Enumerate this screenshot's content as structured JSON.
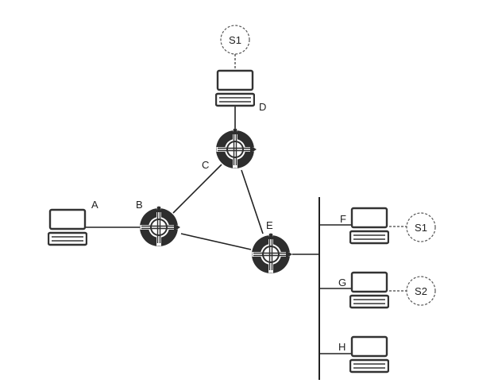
{
  "nodes": {
    "A": {
      "label": "A",
      "kind": "host"
    },
    "B": {
      "label": "B",
      "kind": "router"
    },
    "C": {
      "label": "C",
      "kind": "router"
    },
    "D": {
      "label": "D",
      "kind": "host"
    },
    "E": {
      "label": "E",
      "kind": "router"
    },
    "F": {
      "label": "F",
      "kind": "host"
    },
    "G": {
      "label": "G",
      "kind": "host"
    },
    "H": {
      "label": "H",
      "kind": "host"
    }
  },
  "servers": {
    "s1_top": {
      "label": "S1",
      "attached_to": "D"
    },
    "s1_f": {
      "label": "S1",
      "attached_to": "F"
    },
    "s2_g": {
      "label": "S2",
      "attached_to": "G"
    }
  },
  "links": [
    [
      "A",
      "B"
    ],
    [
      "B",
      "C"
    ],
    [
      "B",
      "E"
    ],
    [
      "C",
      "E"
    ],
    [
      "C",
      "D"
    ],
    [
      "E",
      "bus"
    ],
    [
      "bus",
      "F"
    ],
    [
      "bus",
      "G"
    ],
    [
      "bus",
      "H"
    ]
  ],
  "icons": {
    "host": "computer-icon",
    "router": "router-icon",
    "server": "dashed-circle"
  },
  "colors": {
    "stroke": "#222222",
    "router_fill": "#2e2e2e"
  }
}
